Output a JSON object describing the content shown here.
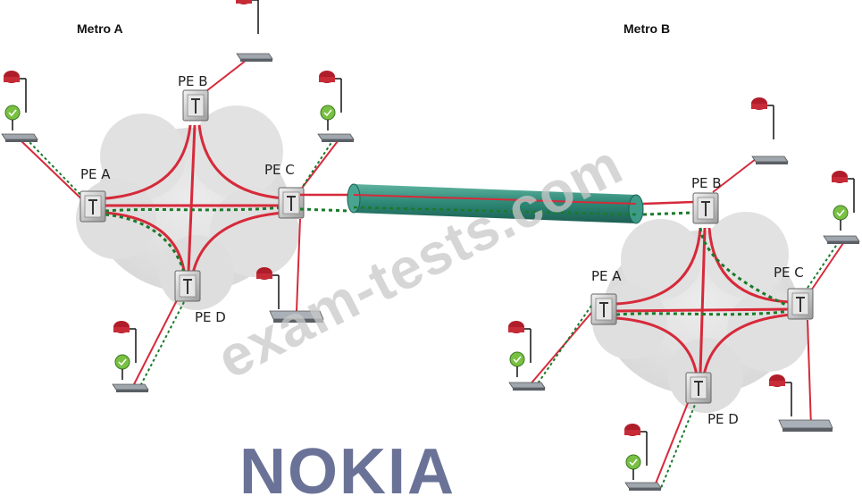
{
  "metro_a": {
    "title": "Metro A",
    "pe": {
      "a": "PE A",
      "b": "PE B",
      "c": "PE C",
      "d": "PE D"
    }
  },
  "metro_b": {
    "title": "Metro B",
    "pe": {
      "a": "PE A",
      "b": "PE B",
      "c": "PE C",
      "d": "PE D"
    }
  },
  "watermark": "exam-tests.com",
  "logo": "NOKIA",
  "colors": {
    "service_line": "#d62a3a",
    "dotted_line": "#1a7a2a",
    "tunnel": "#2f8a78",
    "cloud": "#e3e3e3",
    "watermark": "#c8c8c8",
    "logo": "#6a7397"
  }
}
